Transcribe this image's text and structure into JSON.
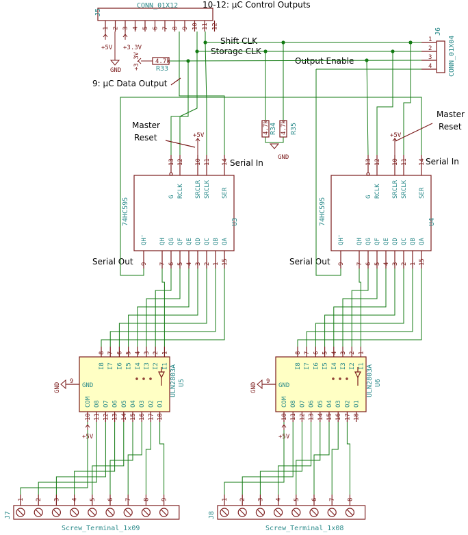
{
  "notes": {
    "control_outputs": "10-12: µC Control Outputs",
    "shift_clk": "Shift CLK",
    "storage_clk": "Storage CLK",
    "output_enable": "Output Enable",
    "data_output": "9: µC Data Output",
    "master_reset_1": "Master",
    "master_reset_2": "Reset",
    "serial_in": "Serial In",
    "serial_out": "Serial Out"
  },
  "refs": {
    "j5": "J5",
    "j5_value": "CONN_01X12",
    "j6": "J6",
    "j6_value": "CONN_01X04",
    "r33": "R33",
    "r34": "R34",
    "r35": "R35",
    "r_value": "4.7k",
    "u3": "U3",
    "u4": "U4",
    "shift_value": "74HC595",
    "u5": "U5",
    "u6": "U6",
    "driver_value": "ULN2803A",
    "j7": "J7",
    "j7_value": "Screw_Terminal_1x09",
    "j8": "J8",
    "j8_value": "Screw_Terminal_1x08"
  },
  "power": {
    "p5v": "+5V",
    "p33v": "+3.3V",
    "gnd": "GND"
  },
  "j5_pins": [
    "1",
    "2",
    "3",
    "4",
    "5",
    "6",
    "7",
    "8",
    "9",
    "10",
    "11",
    "12"
  ],
  "j6_pins": [
    "1",
    "2",
    "3",
    "4"
  ],
  "shift_top": [
    {
      "num": "13",
      "label": "G"
    },
    {
      "num": "12",
      "label": "RCLK"
    },
    {
      "num": "10",
      "label": "SRCLR"
    },
    {
      "num": "11",
      "label": "SRCLK"
    },
    {
      "num": "14",
      "label": "SER"
    }
  ],
  "shift_bottom": [
    {
      "num": "9",
      "label": "QH'"
    },
    {
      "num": "7",
      "label": "QH"
    },
    {
      "num": "6",
      "label": "QG"
    },
    {
      "num": "5",
      "label": "QF"
    },
    {
      "num": "4",
      "label": "QE"
    },
    {
      "num": "3",
      "label": "QD"
    },
    {
      "num": "2",
      "label": "QC"
    },
    {
      "num": "1",
      "label": "QB"
    },
    {
      "num": "15",
      "label": "QA"
    }
  ],
  "driver_top": [
    {
      "num": "8",
      "label": "I8"
    },
    {
      "num": "7",
      "label": "I7"
    },
    {
      "num": "6",
      "label": "I6"
    },
    {
      "num": "5",
      "label": "I5"
    },
    {
      "num": "4",
      "label": "I4"
    },
    {
      "num": "3",
      "label": "I3"
    },
    {
      "num": "2",
      "label": "I2"
    },
    {
      "num": "1",
      "label": "I1"
    }
  ],
  "driver_bottom": [
    {
      "num": "10",
      "label": "COM"
    },
    {
      "num": "11",
      "label": "O8"
    },
    {
      "num": "12",
      "label": "O7"
    },
    {
      "num": "13",
      "label": "O6"
    },
    {
      "num": "14",
      "label": "O5"
    },
    {
      "num": "15",
      "label": "O4"
    },
    {
      "num": "16",
      "label": "O3"
    },
    {
      "num": "17",
      "label": "O2"
    },
    {
      "num": "18",
      "label": "O1"
    }
  ],
  "driver_gnd": {
    "num": "9",
    "label": "GND"
  },
  "j7_pins": [
    "1",
    "2",
    "3",
    "4",
    "5",
    "6",
    "7",
    "8",
    "9"
  ],
  "j8_pins": [
    "1",
    "2",
    "3",
    "4",
    "5",
    "6",
    "7",
    "8"
  ],
  "colors": {
    "wire": "#127a12",
    "part": "#7a1a1a",
    "ic_fill": "#ffffc4",
    "label": "#2a8a8a"
  }
}
